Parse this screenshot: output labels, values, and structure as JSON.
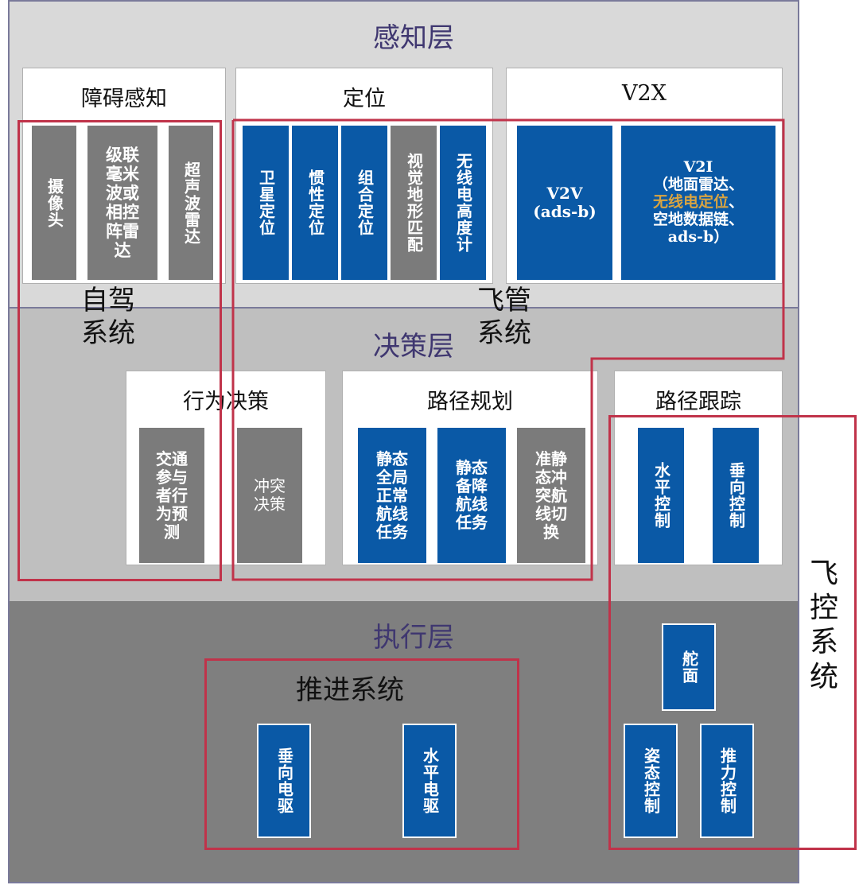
{
  "colors": {
    "perception_bg": "#d9d9d9",
    "decision_bg": "#bfbfbf",
    "execution_bg": "#7f7f7f",
    "layer_title": "#3f3770",
    "grey_block": "#7b7b7b",
    "blue_block": "#0a59a6",
    "red_outline": "#c0334a"
  },
  "layers": {
    "perception": "感知层",
    "decision": "决策层",
    "execution": "执行层"
  },
  "perception": {
    "obstacle": {
      "title": "障碍感知",
      "items": [
        "摄像头",
        "级联毫米波或相控阵雷达",
        "超声波雷达"
      ]
    },
    "positioning": {
      "title": "定位",
      "items": [
        "卫星定位",
        "惯性定位",
        "组合定位",
        "视觉地形匹配",
        "无线电高度计"
      ]
    },
    "v2x": {
      "title": "V2X",
      "v2v": {
        "line1": "V2V",
        "line2": "(ads-b)"
      },
      "v2i": {
        "line1": "V2I",
        "line2": "（地面雷达、",
        "line3_highlight": "无线电定位",
        "line3_tail": "、",
        "line4": "空地数据链、",
        "line5": "ads-b）"
      }
    }
  },
  "decision": {
    "behavior": {
      "title": "行为决策",
      "items": [
        "交通参与者行为预测",
        "冲突决策"
      ]
    },
    "path_planning": {
      "title": "路径规划",
      "items": [
        "静态全局正常航线任务",
        "静态备降航线任务",
        "准静态冲突航线切换"
      ]
    },
    "path_tracking": {
      "title": "路径跟踪",
      "items": [
        "水平控制",
        "垂向控制"
      ]
    }
  },
  "execution": {
    "propulsion": {
      "title": "推进系统",
      "items": [
        "垂向电驱",
        "水平电驱"
      ]
    },
    "flight_control": {
      "items": [
        "舵面",
        "姿态控制",
        "推力控制"
      ]
    }
  },
  "systems": {
    "autonomous": "自驾系统",
    "atm": "飞管系统",
    "flight_control": "飞控系统"
  }
}
